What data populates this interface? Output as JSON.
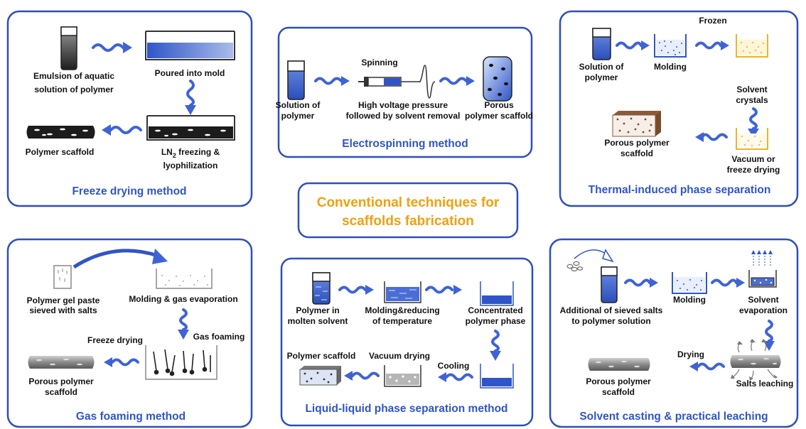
{
  "center_title": {
    "line1": "Conventional techniques for",
    "line2": "scaffolds fabrication"
  },
  "colors": {
    "border": "#2f4fb8",
    "title": "#2f55c8",
    "center_title": "#f0a010",
    "arrow": "#3f63d6",
    "polymer_blue": "#2f55c8"
  },
  "freeze_drying": {
    "title": "Freeze drying method",
    "emulsion_line1": "Emulsion of aquatic",
    "emulsion_line2": "solution of polymer",
    "poured": "Poured into mold",
    "scaffold": "Polymer scaffold",
    "ln2_line1_a": "LN",
    "ln2_sub": "2",
    "ln2_line1_b": " freezing &",
    "ln2_line2": "lyophilization"
  },
  "electrospinning": {
    "title": "Electrospinning method",
    "solution_line1": "Solution of",
    "solution_line2": "polymer",
    "spinning": "Spinning",
    "voltage_line1": "High voltage pressure",
    "voltage_line2": "followed by solvent removal",
    "porous_line1": "Porous",
    "porous_line2": "polymer scaffold"
  },
  "tips": {
    "title": "Thermal-induced phase separation",
    "solution_line1": "Solution of",
    "solution_line2": "polymer",
    "molding": "Molding",
    "frozen": "Frozen",
    "crystals_line1": "Solvent",
    "crystals_line2": "crystals",
    "porous_line1": "Porous polymer",
    "porous_line2": "scaffold",
    "vacuum_line1": "Vacuum or",
    "vacuum_line2": "freeze drying"
  },
  "gas_foaming": {
    "title": "Gas foaming method",
    "paste_line1": "Polymer gel paste",
    "paste_line2": "sieved with salts",
    "molding": "Molding & gas evaporation",
    "freeze": "Freeze drying",
    "foaming": "Gas foaming",
    "porous_line1": "Porous polymer",
    "porous_line2": "scaffold"
  },
  "llps": {
    "title": "Liquid-liquid phase separation method",
    "molten_line1": "Polymer in",
    "molten_line2": "molten solvent",
    "molding_line1": "Molding&reducing",
    "molding_line2": "of temperature",
    "conc_line1": "Concentrated",
    "conc_line2": "polymer phase",
    "scaffold": "Polymer scaffold",
    "vacuum": "Vacuum drying",
    "cooling": "Cooling"
  },
  "solvent_casting": {
    "title": "Solvent casting & practical leaching",
    "salts_line1": "Additional of sieved salts",
    "salts_line2": "to polymer solution",
    "molding": "Molding",
    "evap_line1": "Solvent",
    "evap_line2": "evaporation",
    "drying": "Drying",
    "leaching": "Salts leaching",
    "porous_line1": "Porous polymer",
    "porous_line2": "scaffold"
  }
}
